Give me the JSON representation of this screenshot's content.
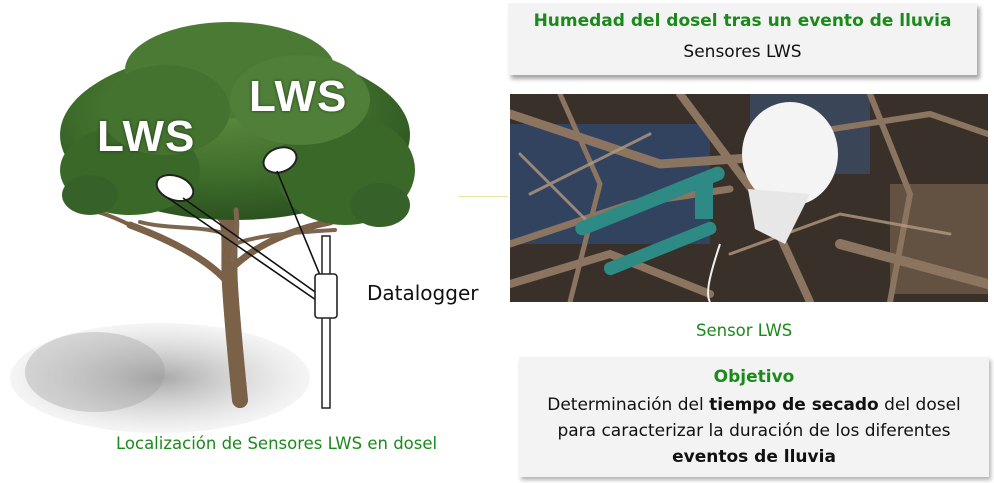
{
  "tree_panel": {
    "sensor_label_left": "LWS",
    "sensor_label_right": "LWS",
    "datalogger_label": "Datalogger",
    "caption": "Localización de Sensores LWS en dosel"
  },
  "title_card": {
    "title": "Humedad del dosel tras un evento de lluvia",
    "subtitle": "Sensores LWS"
  },
  "photo": {
    "caption": "Sensor LWS"
  },
  "objective": {
    "heading": "Objetivo",
    "line1_before": "Determinación del ",
    "line1_bold": "tiempo de secado",
    "line1_after": " del dosel",
    "line2": "para caracterizar la duración de los diferentes",
    "line3_bold": "eventos de lluvia"
  },
  "colors": {
    "accent_green": "#1b8a1b",
    "card_bg": "#f3f3f3",
    "foliage": "#3f6e2c",
    "trunk": "#7a6148"
  }
}
